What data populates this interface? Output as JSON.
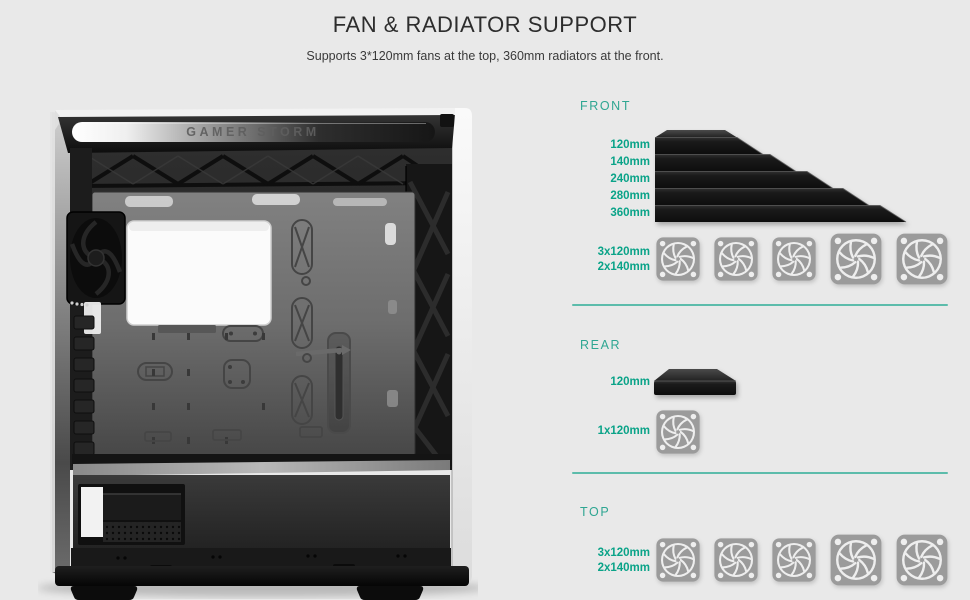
{
  "header": {
    "title": "FAN & RADIATOR SUPPORT",
    "subtitle": "Supports 3*120mm fans at the top, 360mm radiators at the front."
  },
  "case": {
    "brand": "GAMER STORM"
  },
  "colors": {
    "background": "#e9e9e9",
    "accent": "#2fa692",
    "label": "#0aa388",
    "divider": "#5cbcab",
    "radiator": "#151515",
    "fan": "#9b9b9b"
  },
  "sections": {
    "front": {
      "heading": "FRONT",
      "radiator_labels": [
        "120mm",
        "140mm",
        "240mm",
        "280mm",
        "360mm"
      ],
      "fan_label_line1": "3x120mm",
      "fan_label_line2": "2x140mm",
      "fan_sizes": [
        "120",
        "120",
        "120",
        "140",
        "140"
      ]
    },
    "rear": {
      "heading": "REAR",
      "radiator_labels": [
        "120mm"
      ],
      "fan_label_line1": "1x120mm",
      "fan_sizes": [
        "120"
      ]
    },
    "top": {
      "heading": "TOP",
      "fan_label_line1": "3x120mm",
      "fan_label_line2": "2x140mm",
      "fan_sizes": [
        "120",
        "120",
        "120",
        "140",
        "140"
      ]
    }
  }
}
